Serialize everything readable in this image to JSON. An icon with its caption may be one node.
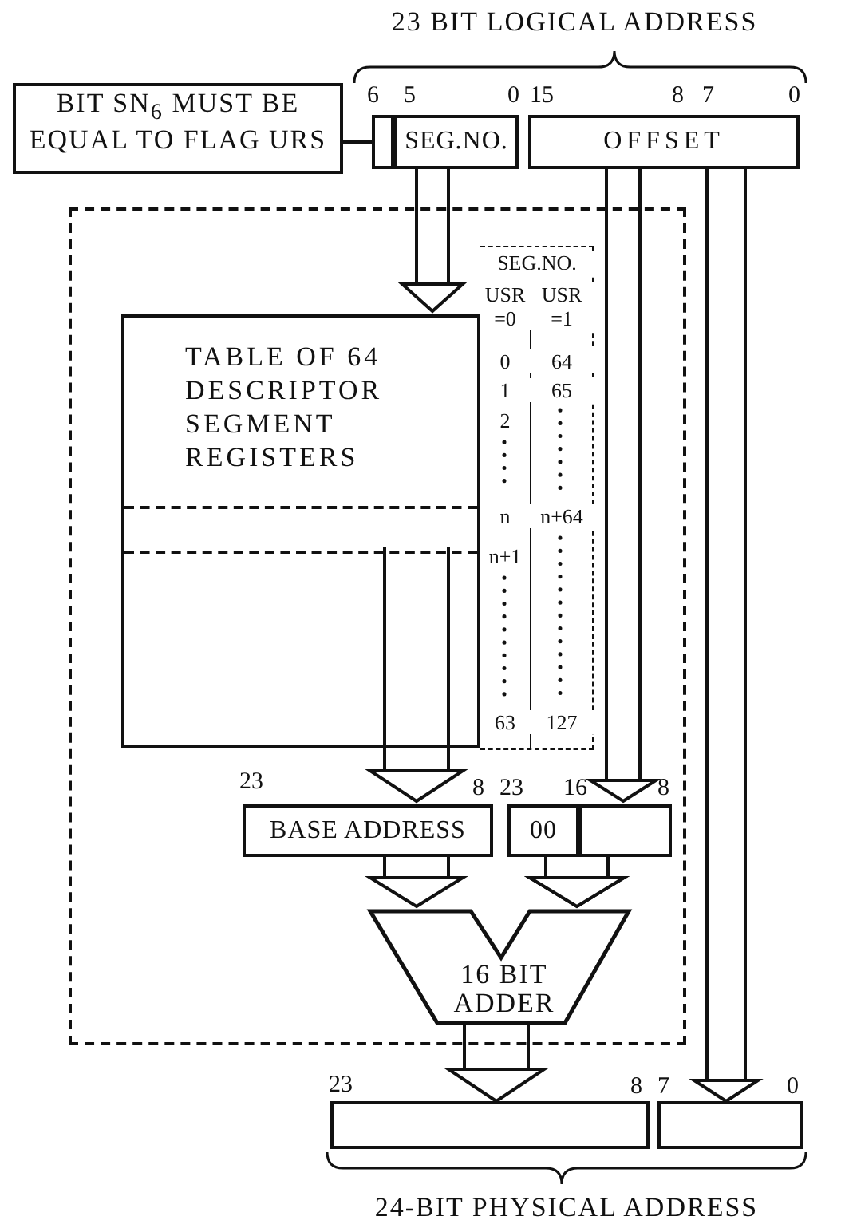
{
  "diagram": {
    "nodes": [
      {
        "text": [
          "BIT SN$_{6}$ MUST BE EQUAL TO FLAG URS"
        ]
      },
      {
        "text": [],
        "shape": "box",
        "beside": [
          "6"
        ]
      },
      {
        "text": [
          "SEG.NO."
        ],
        "beside": [
          "5",
          "0"
        ]
      },
      {
        "text": [
          "OFFSET"
        ],
        "beside": [
          "15",
          "8",
          "7",
          "0"
        ]
      },
      {
        "text": [],
        "shape": "box"
      },
      {
        "text": [
          "TABLE OF 64 DESCRIPTOR SEGMENT REGISTERS"
        ],
        "in": 4
      },
      {
        "text": [
          "SEG.NO.",
          "USR =0",
          "USR =1",
          "0",
          "64",
          "1",
          "65",
          "2",
          "n",
          "n+64",
          "n+1",
          "63",
          "127"
        ],
        "in": 4
      },
      {
        "text": [
          "BASE ADDRESS"
        ],
        "in": 4,
        "beside": [
          "23",
          "8"
        ]
      },
      {
        "text": [
          "00"
        ],
        "in": 4,
        "beside": [
          "23"
        ]
      },
      {
        "text": [],
        "shape": "box",
        "in": 4,
        "beside": [
          "16",
          "8"
        ]
      },
      {
        "text": [
          "16 BIT ADDER"
        ],
        "in": 4
      },
      {
        "text": [],
        "shape": "box",
        "beside": [
          "23",
          "8"
        ]
      },
      {
        "text": [],
        "shape": "box",
        "beside": [
          "7",
          "0"
        ]
      }
    ],
    "edges": [
      {
        "from": 0,
        "to": 1,
        "arrow": "none"
      },
      {
        "from": 2,
        "to": 5,
        "arrow": "to"
      },
      {
        "from": 5,
        "to": 7,
        "arrow": "to"
      },
      {
        "from": 3,
        "to": 9,
        "arrow": "to"
      },
      {
        "from": 3,
        "to": 12,
        "arrow": "to"
      },
      {
        "from": 7,
        "to": 10,
        "arrow": "to"
      },
      {
        "from": 8,
        "to": 10,
        "arrow": "to"
      },
      {
        "from": 9,
        "to": 10,
        "arrow": "to"
      },
      {
        "from": 10,
        "to": 11,
        "arrow": "to"
      }
    ],
    "labels": [
      "23 BIT LOGICAL ADDRESS",
      "24-BIT PHYSICAL ADDRESS"
    ]
  }
}
